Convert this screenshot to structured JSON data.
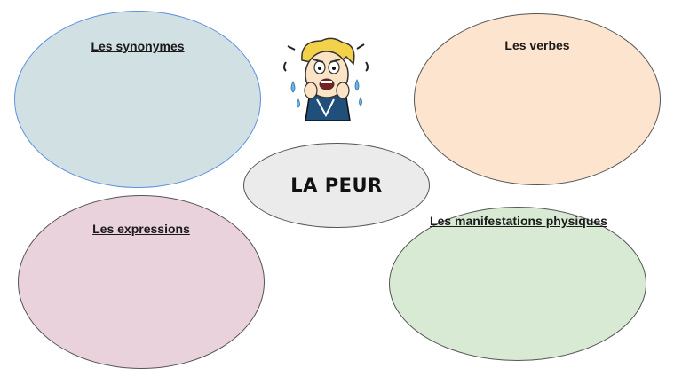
{
  "center": {
    "title": "LA PEUR",
    "fill": "#ebebeb"
  },
  "bubbles": {
    "synonymes": {
      "title": "Les synonymes",
      "fill": "#d1e0e3",
      "border": "#5b8fe0"
    },
    "verbes": {
      "title": "Les verbes",
      "fill": "#fce4cf",
      "border": "#555555"
    },
    "expressions": {
      "title": "Les expressions",
      "fill": "#ead2dc",
      "border": "#555555"
    },
    "manifestations": {
      "title": "Les manifestations physiques",
      "fill": "#d9ead4",
      "border": "#555555"
    }
  },
  "illustration": {
    "icon": "scared-cartoon-face-icon"
  }
}
